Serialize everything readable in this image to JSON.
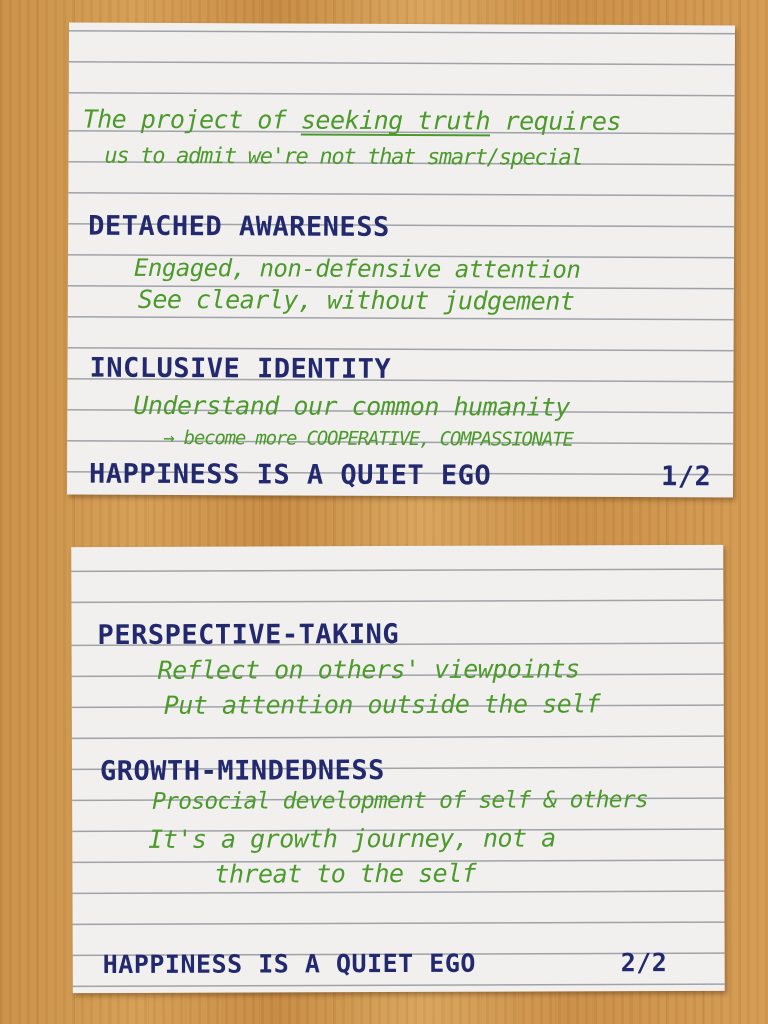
{
  "cards": [
    {
      "line1": {
        "pre": "The project of ",
        "underlined": "seeking truth",
        "post": " requires"
      },
      "line2": "us to admit we're not that smart/special",
      "section1": {
        "heading": "DETACHED AWARENESS",
        "lines": [
          "Engaged, non-defensive attention",
          "See clearly, without judgement"
        ]
      },
      "section2": {
        "heading": "INCLUSIVE IDENTITY",
        "lines": [
          "Understand our common humanity",
          "→ become more COOPERATIVE, COMPASSIONATE"
        ]
      },
      "footer_title": "HAPPINESS IS A QUIET EGO",
      "page": "1/2"
    },
    {
      "section1": {
        "heading": "PERSPECTIVE-TAKING",
        "lines": [
          "Reflect on others' viewpoints",
          "Put attention outside the self"
        ]
      },
      "section2": {
        "heading": "GROWTH-MINDEDNESS",
        "lines": [
          "Prosocial development of self & others",
          "It's a growth journey, not a",
          "threat to the self"
        ]
      },
      "footer_title": "HAPPINESS IS A QUIET EGO",
      "page": "2/2"
    }
  ],
  "colors": {
    "green_ink": "#4c9a2c",
    "blue_ink": "#23296e",
    "card": "#f1f0ee",
    "table": "#cf9850"
  }
}
